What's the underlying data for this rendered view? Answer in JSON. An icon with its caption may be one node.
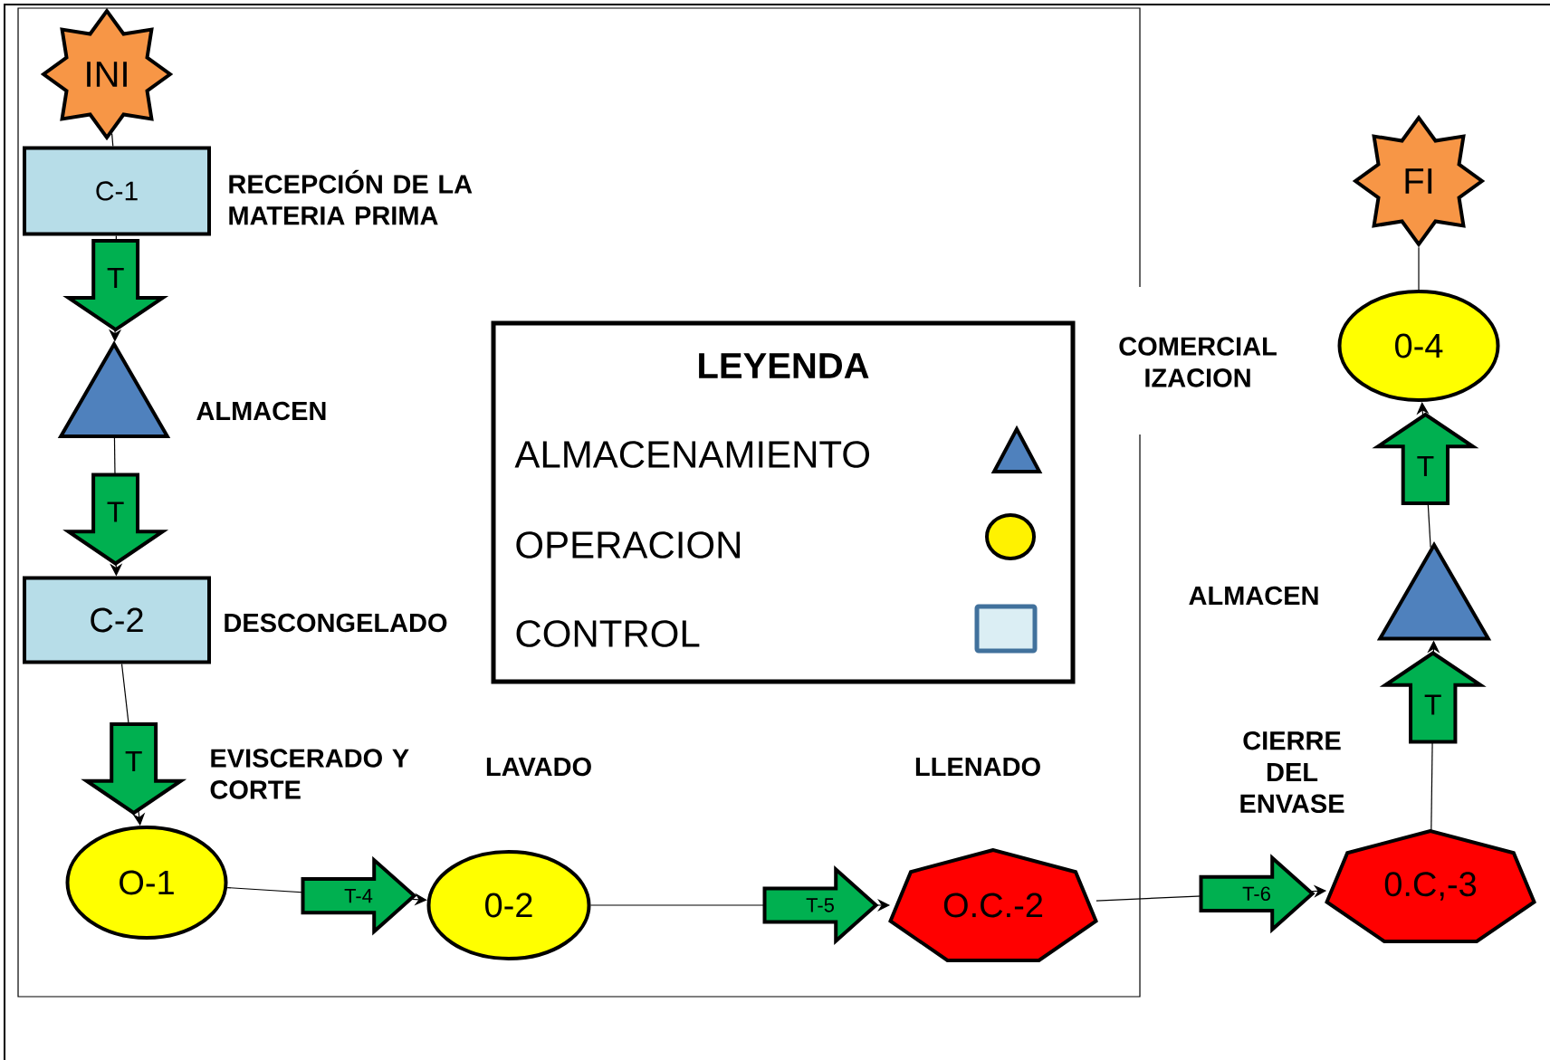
{
  "diagram": {
    "nodes": [
      {
        "text": [
          "INI"
        ]
      },
      {
        "text": [
          "C-1"
        ],
        "beside": [
          "RECEPCIÓN DE LA MATERIA PRIMA"
        ]
      },
      {
        "text": [],
        "shape": "triangle",
        "beside": [
          "ALMACEN"
        ]
      },
      {
        "text": [
          "C-2"
        ],
        "beside": [
          "DESCONGELADO"
        ]
      },
      {
        "text": [
          "O-1"
        ],
        "beside": [
          "EVISCERADO Y CORTE"
        ]
      },
      {
        "text": [
          "0-2"
        ],
        "beside": [
          "LAVADO"
        ]
      },
      {
        "text": [
          "O.C.-2"
        ],
        "beside": [
          "LLENADO"
        ]
      },
      {
        "text": [
          "0.C,-3"
        ],
        "beside": [
          "CIERRE DEL ENVASE"
        ]
      },
      {
        "text": [],
        "shape": "triangle",
        "beside": [
          "ALMACEN"
        ]
      },
      {
        "text": [
          "0-4"
        ],
        "beside": [
          "COMERCIAL IZACION"
        ]
      },
      {
        "text": [
          "FI"
        ]
      }
    ],
    "edges": [
      {
        "from": 0,
        "to": 1,
        "arrow": "none"
      },
      {
        "from": 1,
        "to": 2,
        "arrow": "to",
        "label": "T"
      },
      {
        "from": 2,
        "to": 3,
        "arrow": "to",
        "label": "T"
      },
      {
        "from": 3,
        "to": 4,
        "arrow": "to",
        "label": "T"
      },
      {
        "from": 4,
        "to": 5,
        "arrow": "to",
        "label": "T-4"
      },
      {
        "from": 5,
        "to": 6,
        "arrow": "to",
        "label": "T-5"
      },
      {
        "from": 6,
        "to": 7,
        "arrow": "to",
        "label": "T-6"
      },
      {
        "from": 7,
        "to": 8,
        "arrow": "to",
        "label": "T"
      },
      {
        "from": 8,
        "to": 9,
        "arrow": "to",
        "label": "T"
      },
      {
        "from": 9,
        "to": 10,
        "arrow": "none"
      }
    ],
    "labels": [
      "LEYENDA"
    ],
    "legend": [
      {
        "text": "ALMACENAMIENTO"
      },
      {
        "text": "OPERACION"
      },
      {
        "text": "CONTROL"
      }
    ]
  }
}
